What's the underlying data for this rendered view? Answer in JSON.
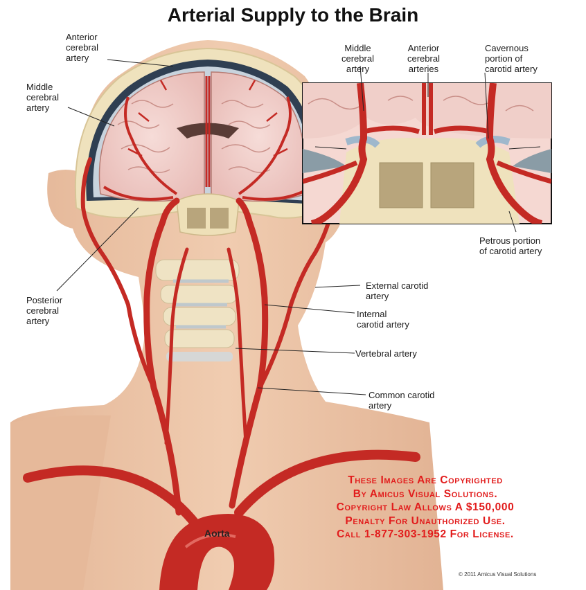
{
  "title": "Arterial Supply to the Brain",
  "labels": {
    "anterior_cerebral_artery": "Anterior\ncerebral\nartery",
    "middle_cerebral_artery_left": "Middle\ncerebral\nartery",
    "posterior_cerebral_artery": "Posterior\ncerebral\nartery",
    "middle_cerebral_artery_inset": "Middle\ncerebral\nartery",
    "anterior_cerebral_arteries_inset": "Anterior\ncerebral\narteries",
    "cavernous_portion": "Cavernous\nportion of\ncarotid artery",
    "petrous_portion": "Petrous portion\nof carotid artery",
    "external_carotid": "External carotid\nartery",
    "internal_carotid": "Internal\ncarotid artery",
    "vertebral_artery": "Vertebral artery",
    "common_carotid": "Common carotid\nartery",
    "aorta": "Aorta"
  },
  "copyright_notice": [
    "These Images Are Copyrighted",
    "By Amicus Visual Solutions.",
    "Copyright Law Allows A $150,000",
    "Penalty For Unauthorized Use.",
    "Call 1-877-303-1952 For License."
  ],
  "credit": "© 2011 Amicus Visual Solutions",
  "colors": {
    "artery": "#c42a24",
    "skin": "#e9c3a5",
    "brain": "#f2d2cf",
    "bone": "#efe2bd",
    "copyright": "#e21c1c"
  }
}
